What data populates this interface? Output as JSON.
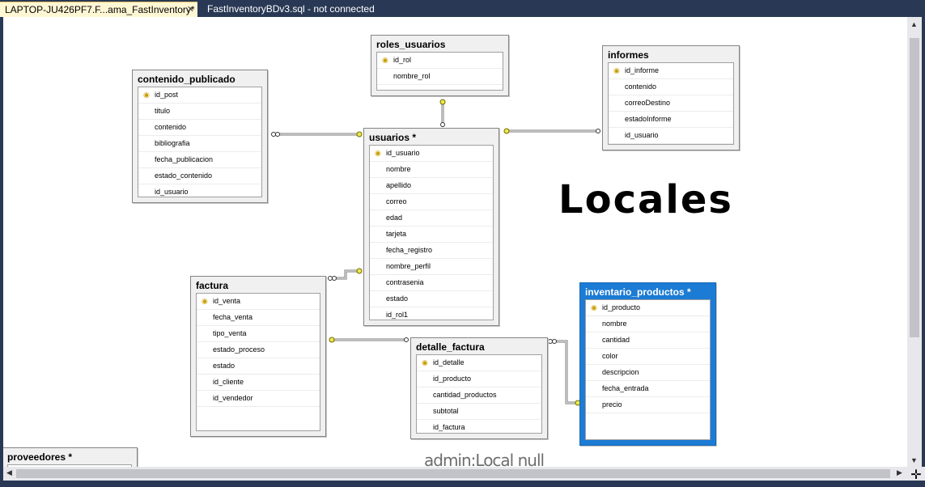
{
  "tabs": {
    "active_label": "LAPTOP-JU426PF7.F...ama_FastInventory*",
    "close_glyph": "✕",
    "inactive_label": "FastInventoryBDv3.sql - not connected"
  },
  "tables": {
    "roles_usuarios": {
      "title": "roles_usuarios",
      "columns": [
        "id_rol",
        "nombre_rol"
      ]
    },
    "informes": {
      "title": "informes",
      "columns": [
        "id_informe",
        "contenido",
        "correoDestino",
        "estadoInforme",
        "id_usuario"
      ]
    },
    "contenido_publicado": {
      "title": "contenido_publicado",
      "columns": [
        "id_post",
        "titulo",
        "contenido",
        "bibliografia",
        "fecha_publicacion",
        "estado_contenido",
        "id_usuario"
      ]
    },
    "usuarios": {
      "title": "usuarios *",
      "columns": [
        "id_usuario",
        "nombre",
        "apellido",
        "correo",
        "edad",
        "tarjeta",
        "fecha_registro",
        "nombre_perfil",
        "contrasenia",
        "estado",
        "id_rol1"
      ]
    },
    "factura": {
      "title": "factura",
      "columns": [
        "id_venta",
        "fecha_venta",
        "tipo_venta",
        "estado_proceso",
        "estado",
        "id_cliente",
        "id_vendedor"
      ]
    },
    "detalle_factura": {
      "title": "detalle_factura",
      "columns": [
        "id_detalle",
        "id_producto",
        "cantidad_productos",
        "subtotal",
        "id_factura"
      ]
    },
    "inventario_productos": {
      "title": "inventario_productos *",
      "columns": [
        "id_producto",
        "nombre",
        "cantidad",
        "color",
        "descripcion",
        "fecha_entrada",
        "precio"
      ]
    },
    "proveedores": {
      "title": "proveedores *"
    }
  },
  "annotations": {
    "locales": "Locales",
    "admin": "admin:Local null"
  },
  "icons": {
    "primary_key": "key-icon",
    "scroll_up": "▲",
    "scroll_down": "▼",
    "scroll_left": "◀",
    "scroll_right": "▶",
    "move": "✛"
  },
  "colors": {
    "window_frame": "#293955",
    "active_tab": "#fff7d4",
    "selected_table": "#1c7bd4",
    "key_icon": "#c8a000",
    "relationship_line": "#7a7a7a"
  }
}
